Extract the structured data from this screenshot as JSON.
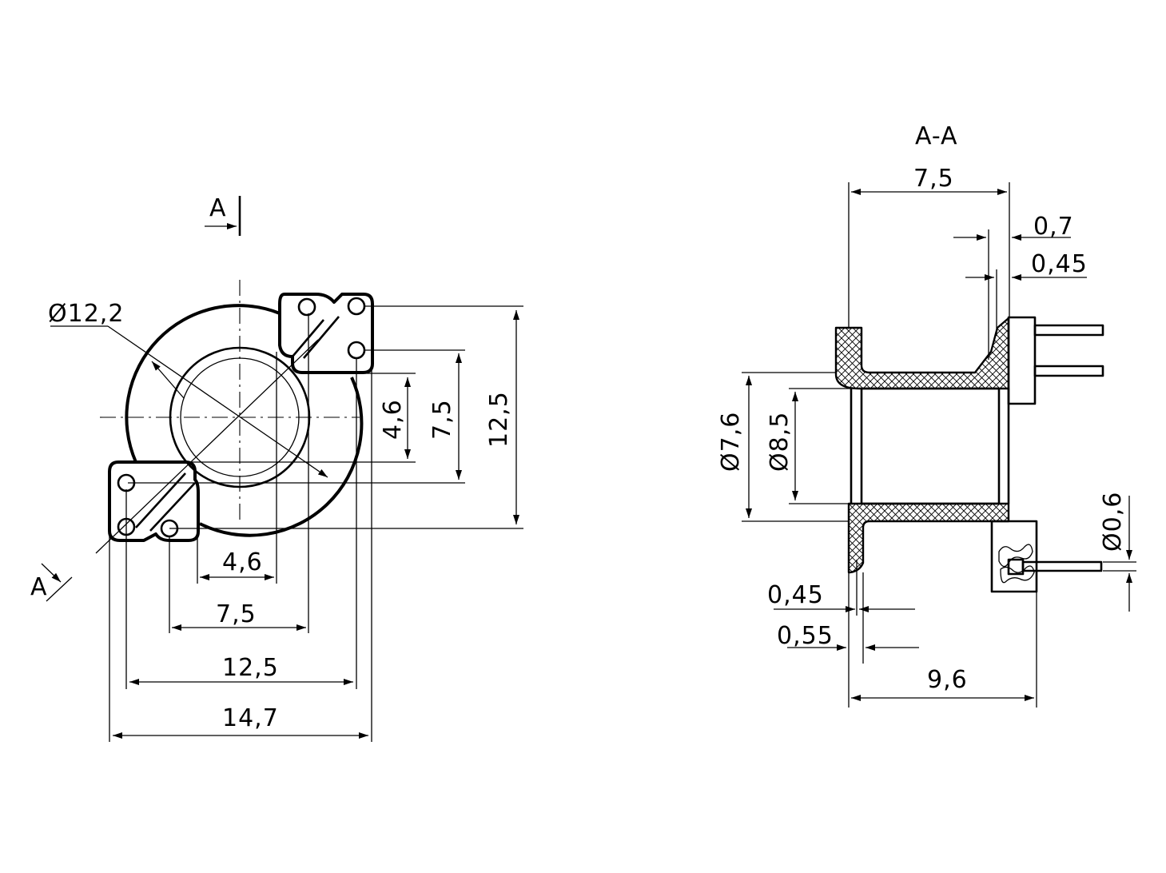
{
  "section_title": "A-A",
  "section_marks": {
    "top": "A",
    "bottom": "A"
  },
  "front_view": {
    "outer_diameter": "Ø12,2",
    "inner_vertical": "4,6",
    "pin_vertical": "7,5",
    "overall_vertical": "12,5",
    "inner_horizontal": "4,6",
    "pin_horizontal": "7,5",
    "span_horizontal": "12,5",
    "overall_horizontal": "14,7"
  },
  "section_view": {
    "flange_width": "7,5",
    "wall_top_outer": "0,7",
    "wall_top_inner": "0,45",
    "bore_diameter": "Ø7,6",
    "tube_diameter": "Ø8,5",
    "wall_bottom_inner": "0,45",
    "wall_bottom_outer": "0,55",
    "overall_length": "9,6",
    "pin_diameter": "Ø0,6"
  }
}
